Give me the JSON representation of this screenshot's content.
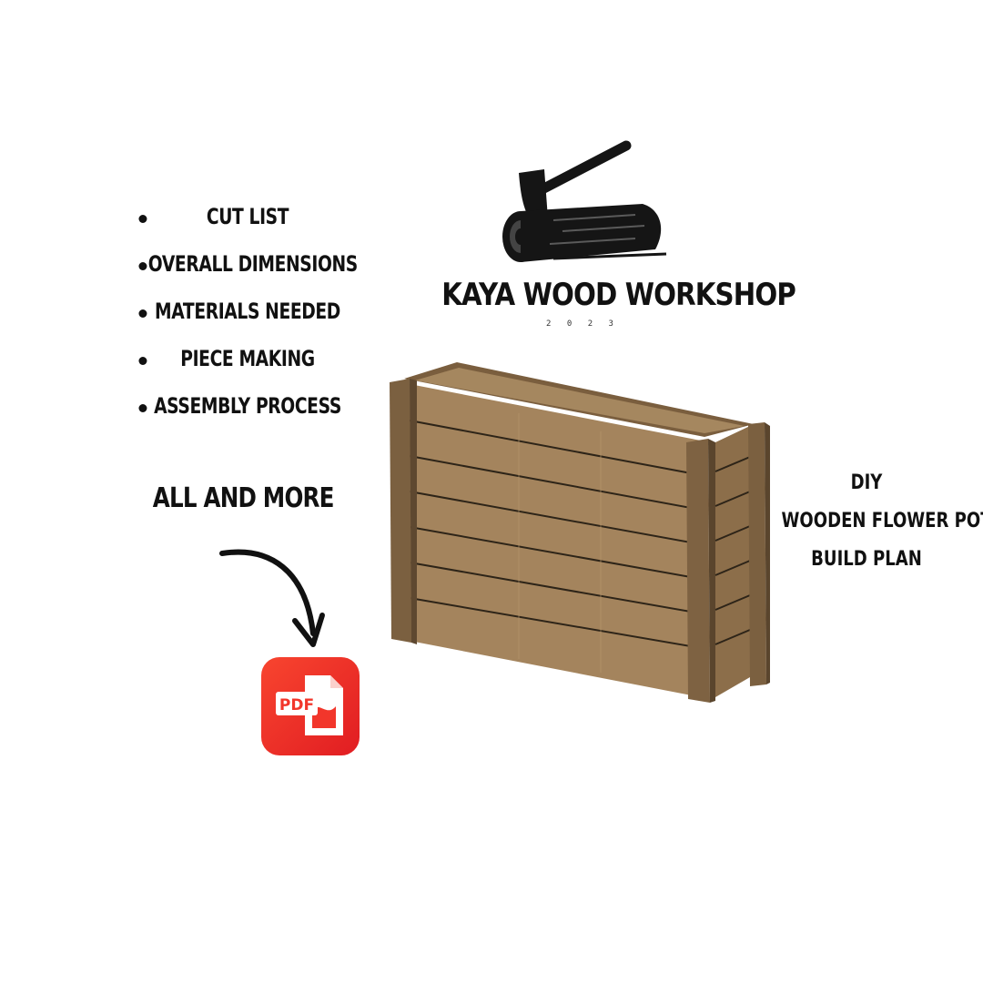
{
  "features": [
    {
      "label": "CUT LIST"
    },
    {
      "label": "OVERALL DIMENSIONS"
    },
    {
      "label": "MATERIALS NEEDED"
    },
    {
      "label": "PIECE MAKING"
    },
    {
      "label": "ASSEMBLY PROCESS"
    }
  ],
  "cta": "ALL AND MORE",
  "pdf_icon": {
    "label": "PDF",
    "icon": "pdf-file-icon",
    "color": "#f2362b"
  },
  "brand": {
    "name": "KAYA WOOD WORKSHOP",
    "year": "2 0 2 3",
    "logo_icon": "axe-in-log-icon"
  },
  "product": {
    "line1": "DIY",
    "line2": "WOODEN FLOWER POT",
    "line3": "BUILD PLAN"
  },
  "colors": {
    "wood": "#9c7a54",
    "wood_dark": "#6f5536",
    "pdf_red": "#f2362b"
  }
}
